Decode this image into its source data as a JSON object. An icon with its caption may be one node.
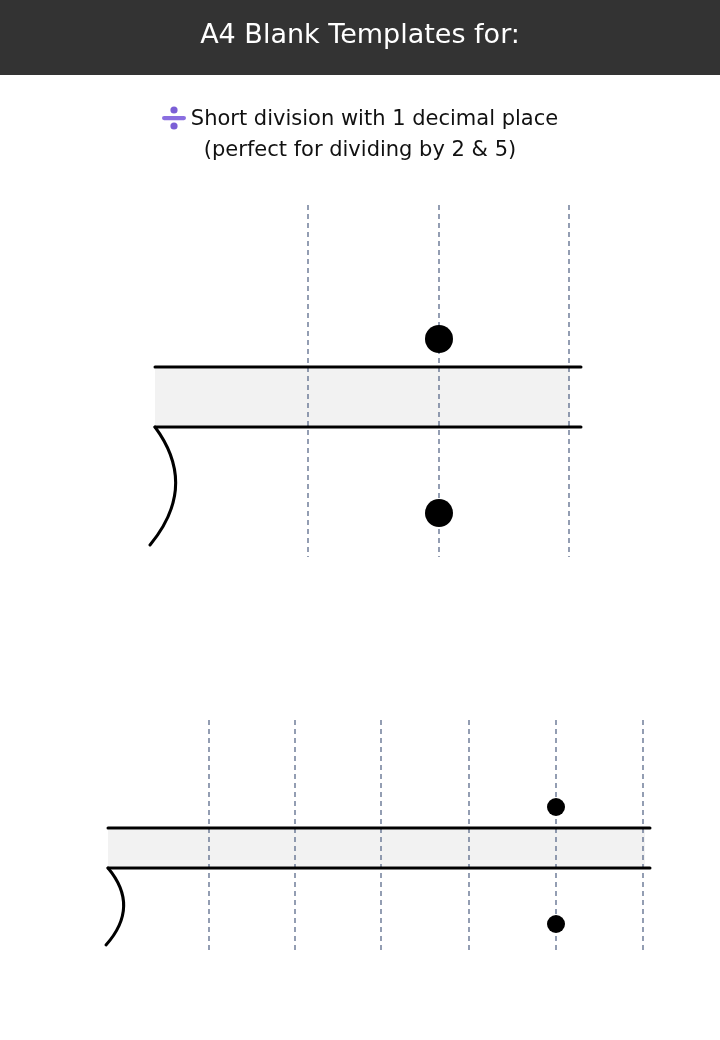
{
  "diagram": {
    "title": "A4 Blank Templates for:",
    "labels": [
      "Short division with 1 decimal place",
      "(perfect for dividing by 2 & 5)"
    ]
  }
}
